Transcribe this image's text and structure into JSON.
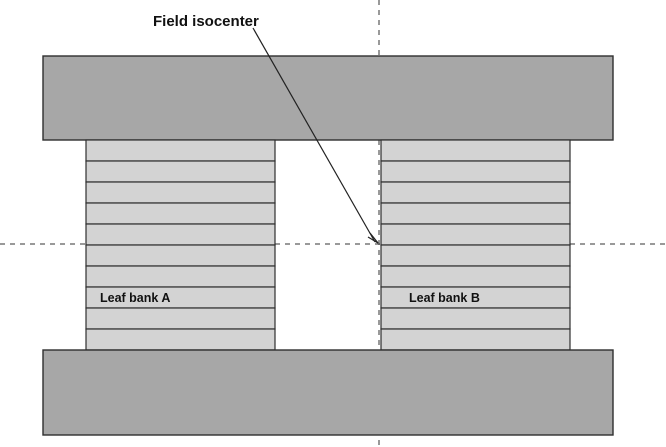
{
  "labels": {
    "isocenter": "Field isocenter",
    "leaf_bank_a": "Leaf bank A",
    "leaf_bank_b": "Leaf bank B"
  },
  "diagram": {
    "leaf_count_per_bank": 10
  },
  "colors": {
    "jaw_fill": "#a7a7a7",
    "leaf_fill": "#d3d3d3",
    "outline": "#2f2f2f",
    "text": "#111111"
  }
}
